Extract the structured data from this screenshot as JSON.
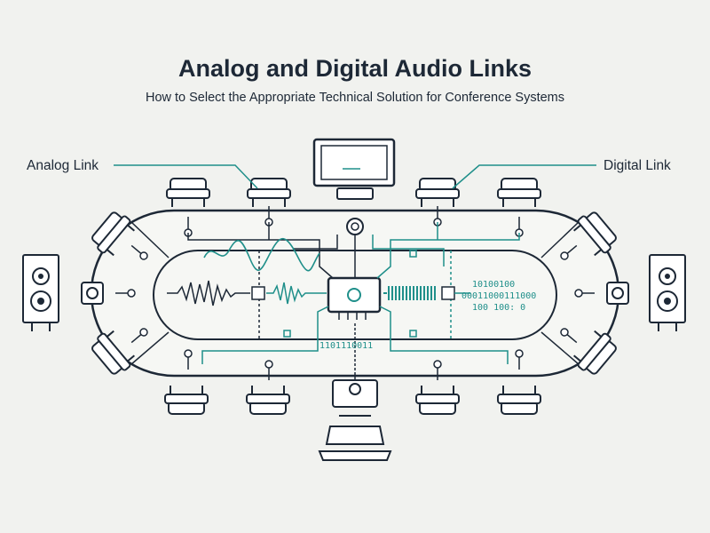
{
  "title": "Analog and Digital Audio Links",
  "subtitle": "How to Select the Appropriate Technical Solution for Conference Systems",
  "labels": {
    "analog": "Analog Link",
    "digital": "Digital Link"
  },
  "digital_bits": {
    "row1": "10100100",
    "row2": "00011000111000",
    "row3": "100 100: 0",
    "bottom": "1101110011"
  },
  "colors": {
    "outline": "#1d2836",
    "accent": "#1f8f8a",
    "background": "#f1f2ef"
  },
  "icons": [
    "chair-icon",
    "monitor-icon",
    "speaker-icon",
    "microphone-icon",
    "central-processor-icon",
    "laptop-icon",
    "camera-icon"
  ]
}
